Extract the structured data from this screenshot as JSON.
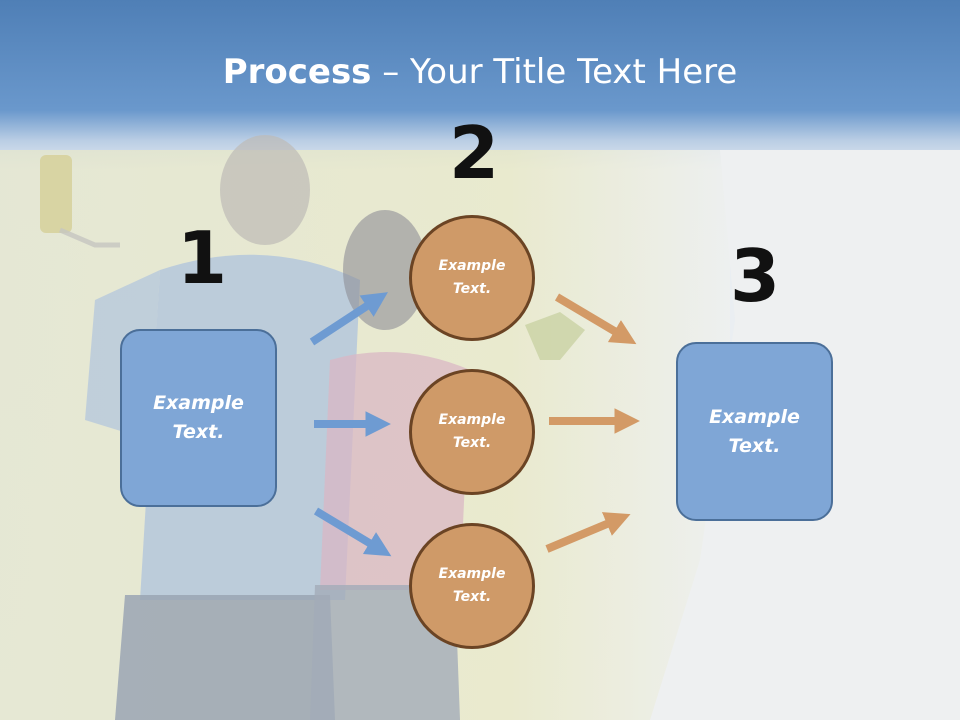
{
  "title": {
    "bold": "Process",
    "rest": " – Your Title Text Here"
  },
  "steps": {
    "one": {
      "number": "1",
      "label": "Example Text."
    },
    "two": {
      "number": "2",
      "items": [
        "Example Text.",
        "Example Text.",
        "Example Text."
      ]
    },
    "three": {
      "number": "3",
      "label": "Example Text."
    }
  },
  "colors": {
    "box_fill": "#7fa6d6",
    "circle_fill": "#cf9a68",
    "blue_arrow": "#6e9bd2",
    "orange_arrow": "#d39a66"
  }
}
